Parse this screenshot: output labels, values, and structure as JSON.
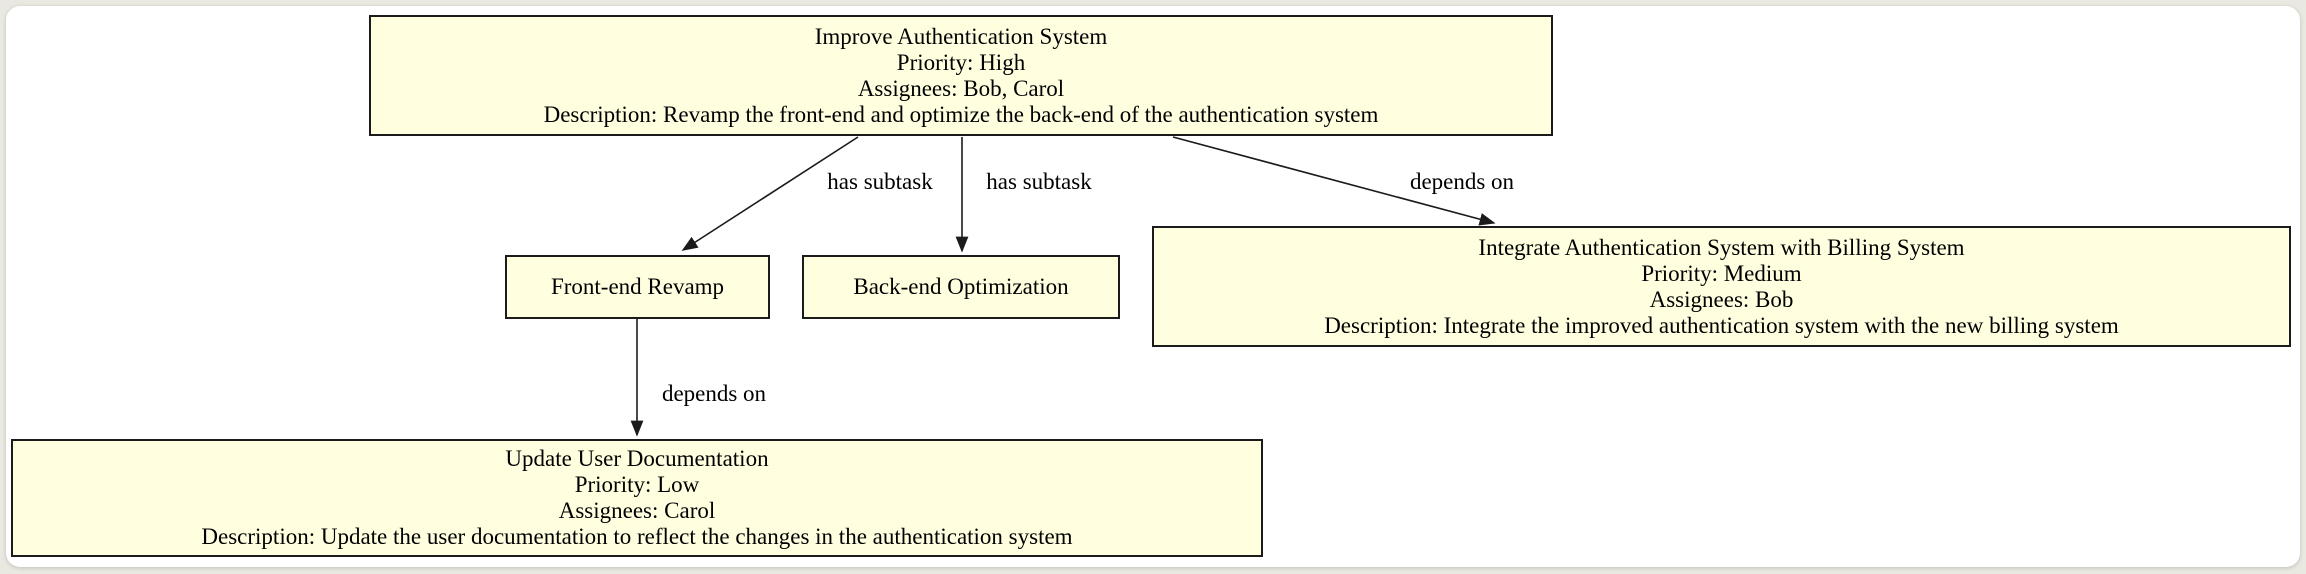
{
  "diagram": {
    "type": "task-dependency-graph",
    "colors": {
      "node_fill": "#FFFFE0",
      "node_border": "#1b1b1b",
      "edge": "#1b1b1b",
      "canvas_background": "#ffffff",
      "page_background": "#E9E9E1",
      "text": "#000000"
    },
    "nodes": [
      {
        "id": "improve-auth",
        "title": "Improve Authentication System",
        "priority": "Priority: High",
        "assignees": "Assignees: Bob, Carol",
        "description": "Description: Revamp the front-end and optimize the back-end of the authentication system"
      },
      {
        "id": "front-end-revamp",
        "title": "Front-end Revamp"
      },
      {
        "id": "back-end-optimization",
        "title": "Back-end Optimization"
      },
      {
        "id": "integrate-billing",
        "title": "Integrate Authentication System with Billing System",
        "priority": "Priority: Medium",
        "assignees": "Assignees: Bob",
        "description": "Description: Integrate the improved authentication system with the new billing system"
      },
      {
        "id": "update-user-documentation",
        "title": "Update User Documentation",
        "priority": "Priority: Low",
        "assignees": "Assignees: Carol",
        "description": "Description: Update the user documentation to reflect the changes in the authentication system"
      }
    ],
    "edges": [
      {
        "from": "improve-auth",
        "to": "front-end-revamp",
        "label": "has subtask"
      },
      {
        "from": "improve-auth",
        "to": "back-end-optimization",
        "label": "has subtask"
      },
      {
        "from": "improve-auth",
        "to": "integrate-billing",
        "label": "depends on"
      },
      {
        "from": "front-end-revamp",
        "to": "update-user-documentation",
        "label": "depends on"
      }
    ]
  }
}
